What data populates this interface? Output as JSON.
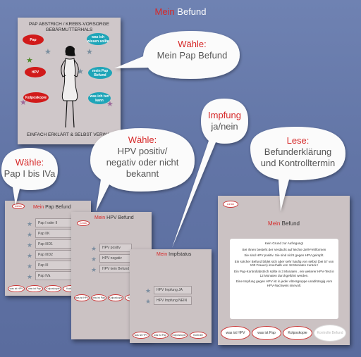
{
  "title": {
    "part1": "Mein",
    "part2": "Befund"
  },
  "overview": {
    "header_line1": "PAP ABSTRICH / KREBS-VORSORGE",
    "header_line2": "GEBÄRMUTTERHALS",
    "footer": "EINFACH ERKLÄRT & SELBST VERWALTEN",
    "blobs": {
      "pap": "Pap",
      "was_sollte": "was ich wissen sollte",
      "hpv": "HPV",
      "mein_pap": "mein Pap Befund",
      "kolposkopie": "Kolposkopie",
      "was_tun": "was ich tun kann"
    }
  },
  "bubbles": {
    "b1": {
      "line1": "Wähle:",
      "line2": "Mein Pap Befund"
    },
    "b2": {
      "line1": "Wähle:",
      "line2": "HPV positiv/",
      "line3": "negativ oder nicht",
      "line4": "bekannt"
    },
    "b3": {
      "line1": "Impfung",
      "line2": "ja/nein"
    },
    "b4": {
      "line1": "Wähle:",
      "line2": "Pap I bis IVa"
    },
    "b5": {
      "line1": "Lese:",
      "line2": "Befunderklärung",
      "line3": "und Kontrolltermin"
    }
  },
  "screen_pap": {
    "back": "zurück",
    "title_red": "Mein",
    "title_rest": "Pap Befund",
    "options": [
      "Pap I   oder II",
      "Pap IIK",
      "Pap IIID1",
      "Pap IIID2",
      "Pap III",
      "Pap IVa"
    ],
    "footer": [
      "was ist HPV",
      "was ist Pap",
      "Kolposkopie",
      "Kontrolle"
    ]
  },
  "screen_hpv": {
    "back": "zurück",
    "title_red": "Mein",
    "title_rest": "HPV Befund",
    "options": [
      "HPV positiv",
      "HPV negativ",
      "HPV kein Befund"
    ],
    "footer": [
      "was ist HPV",
      "was ist Pap",
      "Kolposkopie",
      "Kontrolle"
    ]
  },
  "screen_impf": {
    "title_red": "Mein",
    "title_rest": "Impfstatus",
    "options": [
      "HPV  Impfung  JA",
      "HPV  Impfung  NEIN"
    ],
    "footer": [
      "was ist HPV",
      "was ist Pap",
      "Kolposkopie",
      "Kontrolle"
    ]
  },
  "screen_result": {
    "back": "zurück",
    "title_red": "Mein",
    "title_rest": "Befund",
    "paragraphs": [
      "Kein Grund zur Aufregung!",
      "Bei Ihnen besteht der Verdacht auf leichte Zell-Fehlformen",
      "Sie sind HPV positiv. Sie sind nicht gegen HPV geimpft.",
      "Ein solcher Befund bildet sich aber sehr häufig von selbst (bei 57 von 100 Frauen) innerhalb von 18 Monaten zurück !",
      "Ein Pap-Kontrollabstrich sollte in 3 Monaten , ein weiterer HPV-Test in 12 Monaten durchgeführt werden.",
      "Eine Impfung gegen HPV ist in jeder Altersgruppe unabhängig vom HPV-Nachweis sinnvoll."
    ],
    "footer": [
      "was ist HPV",
      "was ist Pap",
      "Kolposkopie",
      "Kontrolle Befund"
    ]
  },
  "colors": {
    "accent": "#d62828",
    "background": "#6a7dae",
    "card": "#cbc2c3"
  }
}
